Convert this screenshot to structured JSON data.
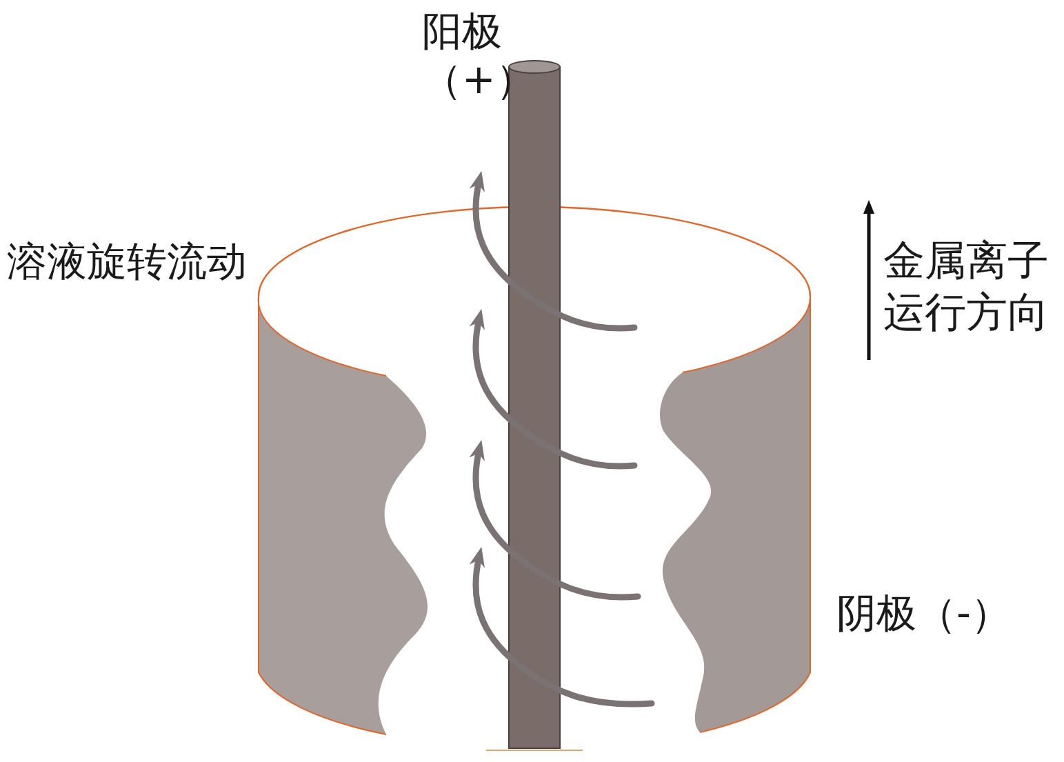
{
  "diagram": {
    "labels": [
      "阳极（+）",
      "溶液旋转流动",
      "金属离子 运行方向",
      "阴极（-）"
    ]
  }
}
